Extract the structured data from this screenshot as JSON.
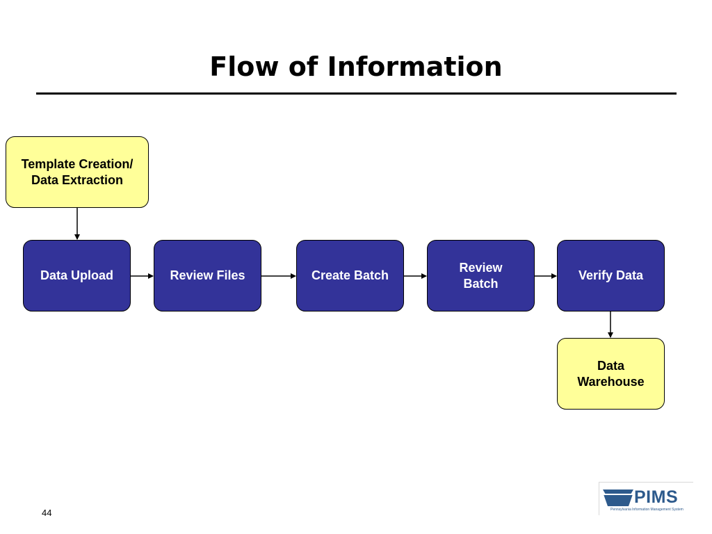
{
  "slide": {
    "title": "Flow of Information",
    "page_number": "44"
  },
  "nodes": {
    "template_creation": "Template Creation/\nData Extraction",
    "data_upload": "Data Upload",
    "review_files": "Review Files",
    "create_batch": "Create Batch",
    "review_batch": "Review\nBatch",
    "verify_data": "Verify Data",
    "data_warehouse": "Data\nWarehouse"
  },
  "edges": [
    {
      "from": "Template Creation/ Data Extraction",
      "to": "Data Upload"
    },
    {
      "from": "Data Upload",
      "to": "Review Files"
    },
    {
      "from": "Review Files",
      "to": "Create Batch"
    },
    {
      "from": "Create Batch",
      "to": "Review Batch"
    },
    {
      "from": "Review Batch",
      "to": "Verify Data"
    },
    {
      "from": "Verify Data",
      "to": "Data Warehouse"
    }
  ],
  "colors": {
    "process_fill": "#333399",
    "data_fill": "#ffff99",
    "logo_blue": "#2d5a8c"
  },
  "logo": {
    "wordmark": "PIMS",
    "tagline": "Pennsylvania Information Management System",
    "icon": "keystone-icon"
  }
}
